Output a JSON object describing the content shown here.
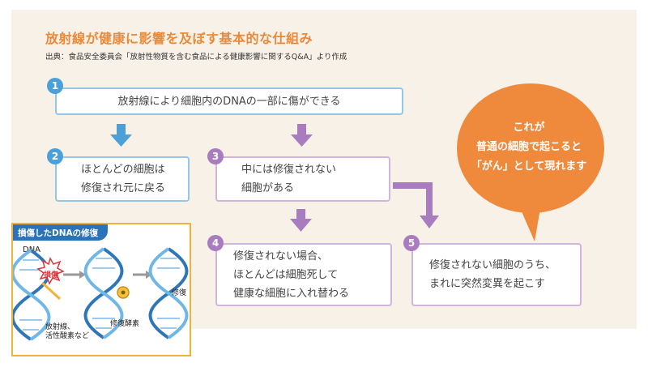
{
  "title": "放射線が健康に影響を及ぼす基本的な仕組み",
  "source": "出典：食品安全委員会「放射性物質を含む食品による健康影響に関するQ&A」より作成",
  "steps": [
    {
      "num": "1",
      "text": "放射線により細胞内のDNAの一部に傷ができる"
    },
    {
      "num": "2",
      "text": "ほとんどの細胞は\n修復され元に戻る"
    },
    {
      "num": "3",
      "text": "中には修復されない\n細胞がある"
    },
    {
      "num": "4",
      "text": "修復されない場合、\nほとんどは細胞死して\n健康な細胞に入れ替わる"
    },
    {
      "num": "5",
      "text": "修復されない細胞のうち、\nまれに突然変異を起こす"
    }
  ],
  "bubble": {
    "text": "これが\n普通の細胞で起こると\n「がん」として現れます"
  },
  "inset": {
    "title": "損傷したDNAの修復",
    "dna_label": "DNA",
    "damage_label": "損傷",
    "cause_label": "放射線、\n活性酸素など",
    "enzyme_label": "修復酵素",
    "repair_label": "修復"
  },
  "colors": {
    "blue": "#4aa0d7",
    "purple": "#a97cbf",
    "orange": "#ef8a3c",
    "title": "#e98a3b"
  }
}
